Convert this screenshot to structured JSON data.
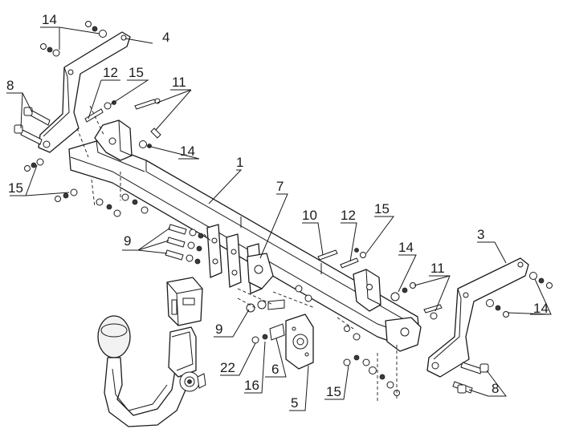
{
  "diagram": {
    "callouts": [
      {
        "id": "c14a",
        "text": "14"
      },
      {
        "id": "c4",
        "text": "4"
      },
      {
        "id": "c8a",
        "text": "8"
      },
      {
        "id": "c12a",
        "text": "12"
      },
      {
        "id": "c15a",
        "text": "15"
      },
      {
        "id": "c11a",
        "text": "11"
      },
      {
        "id": "c14b",
        "text": "14"
      },
      {
        "id": "c1",
        "text": "1"
      },
      {
        "id": "c15b",
        "text": "15"
      },
      {
        "id": "c7",
        "text": "7"
      },
      {
        "id": "c10",
        "text": "10"
      },
      {
        "id": "c12b",
        "text": "12"
      },
      {
        "id": "c15c",
        "text": "15"
      },
      {
        "id": "c3",
        "text": "3"
      },
      {
        "id": "c9a",
        "text": "9"
      },
      {
        "id": "c14c",
        "text": "14"
      },
      {
        "id": "c11b",
        "text": "11"
      },
      {
        "id": "c14d",
        "text": "14"
      },
      {
        "id": "c9b",
        "text": "9"
      },
      {
        "id": "c22",
        "text": "22"
      },
      {
        "id": "c6",
        "text": "6"
      },
      {
        "id": "c16",
        "text": "16"
      },
      {
        "id": "c5",
        "text": "5"
      },
      {
        "id": "c15d",
        "text": "15"
      },
      {
        "id": "c8b",
        "text": "8"
      }
    ]
  }
}
